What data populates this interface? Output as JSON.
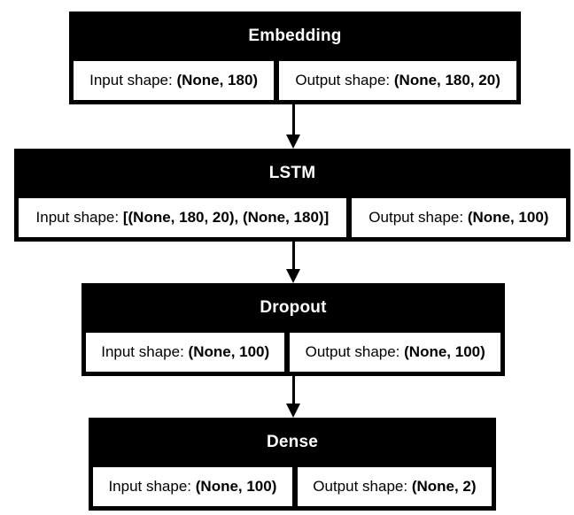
{
  "diagram": {
    "type": "model-architecture-flowchart",
    "colors": {
      "background": "#ffffff",
      "node_fill": "#000000",
      "node_title_text": "#ffffff",
      "cell_fill": "#ffffff",
      "cell_text": "#000000",
      "edge": "#000000"
    },
    "layers": [
      {
        "name": "Embedding",
        "input_label": "Input shape: ",
        "input_value": "(None, 180)",
        "output_label": "Output shape: ",
        "output_value": "(None, 180, 20)"
      },
      {
        "name": "LSTM",
        "input_label": "Input shape: ",
        "input_value": "[(None, 180, 20), (None, 180)]",
        "output_label": "Output shape: ",
        "output_value": "(None, 100)"
      },
      {
        "name": "Dropout",
        "input_label": "Input shape: ",
        "input_value": "(None, 100)",
        "output_label": "Output shape: ",
        "output_value": "(None, 100)"
      },
      {
        "name": "Dense",
        "input_label": "Input shape: ",
        "input_value": "(None, 100)",
        "output_label": "Output shape: ",
        "output_value": "(None, 2)"
      }
    ],
    "edges": [
      {
        "from": "Embedding",
        "to": "LSTM"
      },
      {
        "from": "LSTM",
        "to": "Dropout"
      },
      {
        "from": "Dropout",
        "to": "Dense"
      }
    ]
  }
}
